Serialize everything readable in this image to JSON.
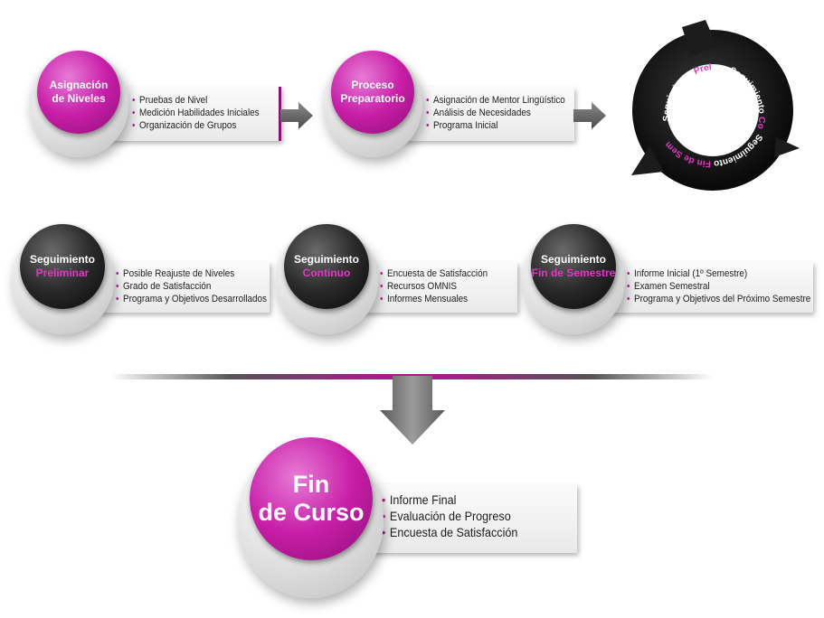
{
  "steps": [
    {
      "id": "asignacion",
      "title": [
        "Asignación",
        "de Niveles"
      ],
      "items": [
        "Pruebas de Nivel",
        "Medición Habilidades Iniciales",
        "Organización de Grupos"
      ]
    },
    {
      "id": "proceso",
      "title": [
        "Proceso",
        "Preparatorio"
      ],
      "items": [
        "Asignación de Mentor Lingüístico",
        "Análisis de Necesidades",
        "Programa Inicial"
      ]
    }
  ],
  "cycle": {
    "labels": [
      {
        "prefix": "Seguimiento ",
        "accent": "Preliminar"
      },
      {
        "prefix": "Seguimiento ",
        "accent": "Continuo"
      },
      {
        "prefix": "Seguimiento ",
        "accent": "Fin de Semestre"
      }
    ]
  },
  "tracking": [
    {
      "id": "preliminar",
      "title": "Seguimiento",
      "accent": "Preliminar",
      "items": [
        "Posible Reajuste de Niveles",
        "Grado de Satisfacción",
        "Programa y Objetivos Desarrollados"
      ]
    },
    {
      "id": "continuo",
      "title": "Seguimiento",
      "accent": "Continuo",
      "items": [
        "Encuesta de Satisfacción",
        "Recursos OMNIS",
        "Informes Mensuales"
      ]
    },
    {
      "id": "fin-semestre",
      "title": "Seguimiento",
      "accent": "Fin de Semestre",
      "items": [
        "Informe Inicial (1º Semestre)",
        "Examen Semestral",
        "Programa y Objetivos del Próximo Semestre"
      ]
    }
  ],
  "final": {
    "title": [
      "Fin",
      "de Curso"
    ],
    "items": [
      "Informe Final",
      "Evaluación de Progreso",
      "Encuesta de Satisfacción"
    ]
  },
  "colors": {
    "accent": "#c81ea8",
    "dark": "#1a1a1a",
    "arrow": "#6e6e6e"
  }
}
